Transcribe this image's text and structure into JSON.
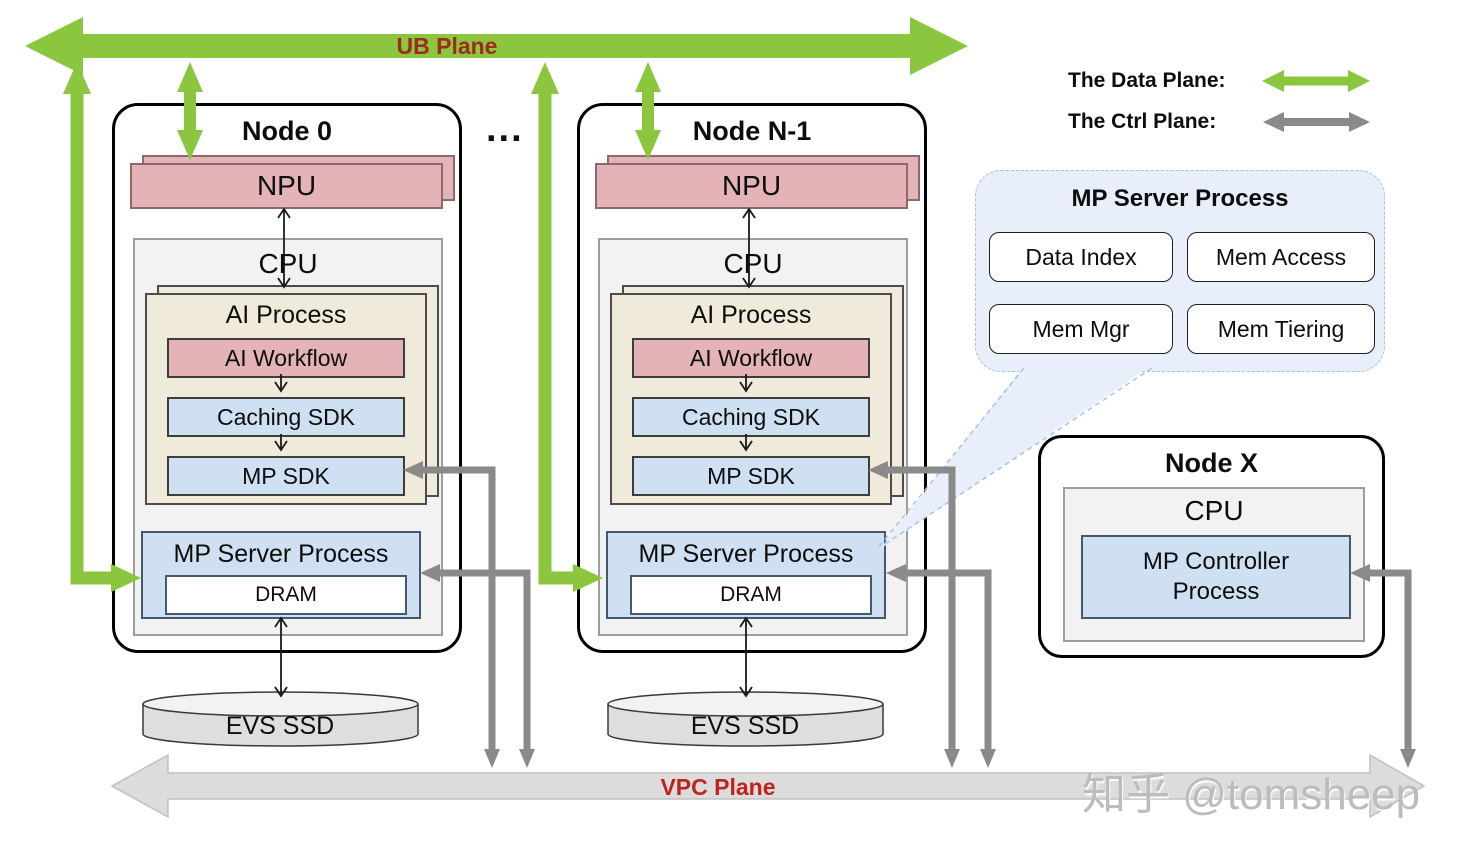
{
  "ub_plane": {
    "label": "UB Plane"
  },
  "vpc_plane": {
    "label": "VPC Plane"
  },
  "legend": {
    "data_plane": "The Data Plane:",
    "ctrl_plane": "The Ctrl Plane:"
  },
  "ellipsis": "...",
  "nodes": [
    {
      "title": "Node 0",
      "npu": "NPU",
      "cpu": "CPU",
      "ai_process": "AI Process",
      "ai_workflow": "AI Workflow",
      "caching_sdk": "Caching SDK",
      "mp_sdk": "MP SDK",
      "mp_server": "MP Server Process",
      "dram": "DRAM",
      "storage": "EVS SSD"
    },
    {
      "title": "Node N-1",
      "npu": "NPU",
      "cpu": "CPU",
      "ai_process": "AI Process",
      "ai_workflow": "AI Workflow",
      "caching_sdk": "Caching SDK",
      "mp_sdk": "MP SDK",
      "mp_server": "MP Server Process",
      "dram": "DRAM",
      "storage": "EVS SSD"
    }
  ],
  "callout": {
    "title": "MP Server Process",
    "items": [
      "Data Index",
      "Mem Access",
      "Mem Mgr",
      "Mem Tiering"
    ]
  },
  "node_x": {
    "title": "Node X",
    "cpu": "CPU",
    "controller": "MP Controller Process"
  },
  "watermark": "知乎 @tomsheep",
  "colors": {
    "data_plane_green": "#8cc63f",
    "ctrl_plane_gray": "#8a8a8a",
    "npu_pink": "#e3b3b8",
    "module_blue": "#cfe0f2",
    "process_beige": "#efead9",
    "callout_blue": "#e8effa",
    "ub_label_red": "#9e2b1e",
    "vpc_label_red": "#c2221e"
  }
}
